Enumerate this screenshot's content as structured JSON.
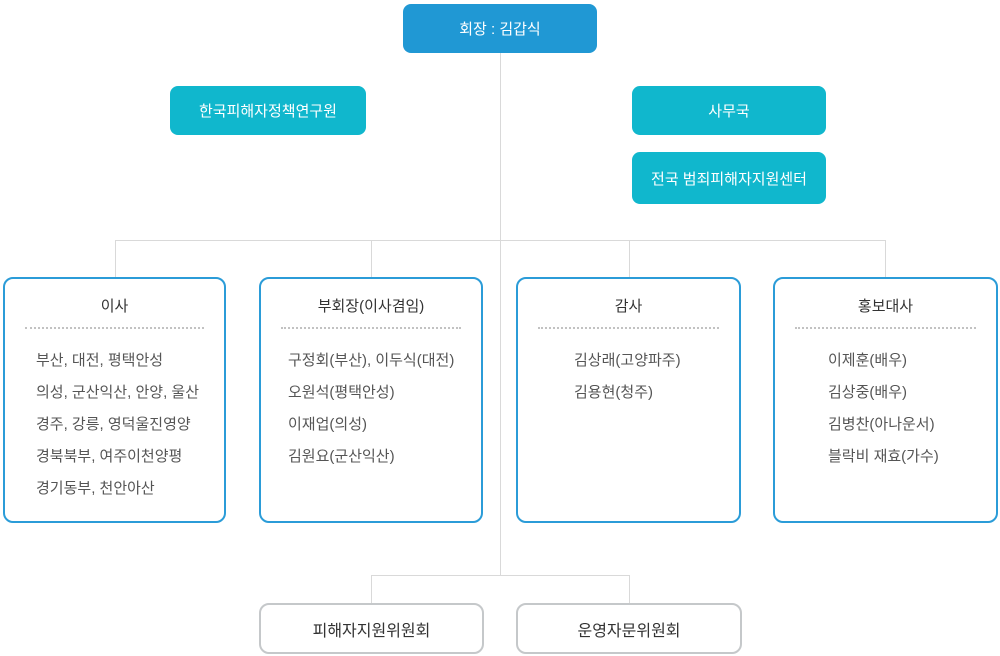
{
  "org_chart": {
    "chairman": {
      "label": "회장 : 김갑식"
    },
    "research_institute": {
      "label": "한국피해자정책연구원"
    },
    "secretariat": {
      "label": "사무국"
    },
    "national_center": {
      "label": "전국 범죄피해자지원센터"
    },
    "departments": [
      {
        "title": "이사",
        "members": [
          "부산, 대전, 평택안성",
          "의성, 군산익산, 안양, 울산",
          "경주, 강릉, 영덕울진영양",
          "경북북부, 여주이천양평",
          "경기동부, 천안아산"
        ]
      },
      {
        "title": "부회장(이사겸임)",
        "members": [
          "구정회(부산), 이두식(대전)",
          "오원석(평택안성)",
          "이재업(의성)",
          "김원요(군산익산)"
        ]
      },
      {
        "title": "감사",
        "members": [
          "김상래(고양파주)",
          "김용현(청주)"
        ]
      },
      {
        "title": "홍보대사",
        "members": [
          "이제훈(배우)",
          "김상중(배우)",
          "김병찬(아나운서)",
          "블락비 재효(가수)"
        ]
      }
    ],
    "committees": [
      {
        "label": "피해자지원위원회"
      },
      {
        "label": "운영자문위원회"
      }
    ],
    "colors": {
      "primary_blue": "#2098d4",
      "cyan": "#10b7cd",
      "department_border": "#2b9cd8",
      "committee_border": "#c5c8ca",
      "connector": "#d9d9d9",
      "title_text": "#333333",
      "member_text": "#555555"
    }
  }
}
